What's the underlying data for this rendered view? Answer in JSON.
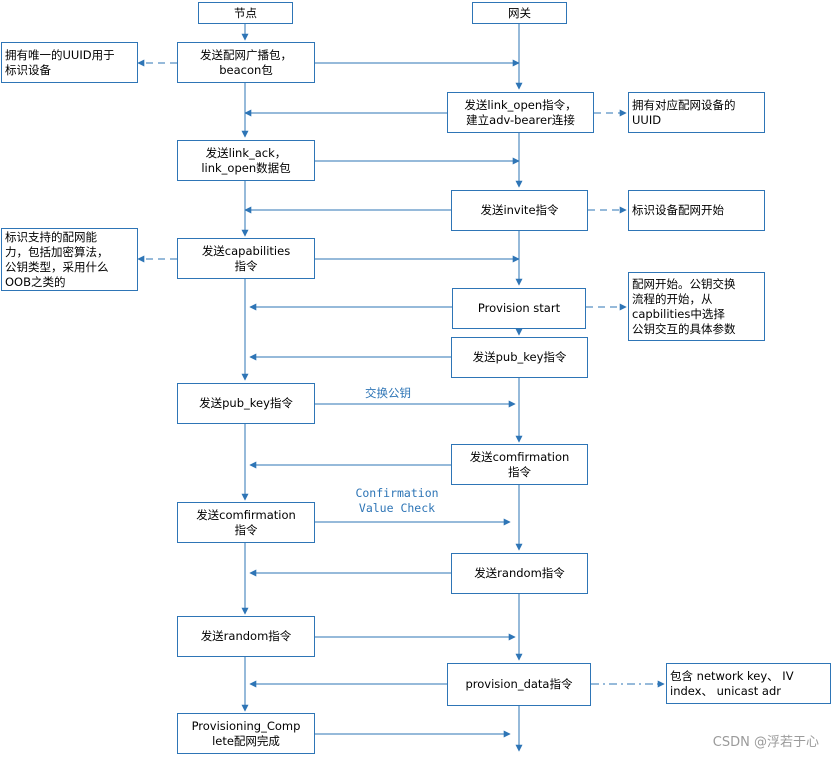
{
  "lanes": {
    "node": "节点",
    "gateway": "网关"
  },
  "steps": {
    "broadcast": "发送配网广播包，\nbeacon包",
    "link_open": "发送link_open指令，\n建立adv-bearer连接",
    "link_ack": "发送link_ack，\nlink_open数据包",
    "invite": "发送invite指令",
    "capabilities": "发送capabilities\n指令",
    "provision_start": "Provision start",
    "gw_pub_key": "发送pub_key指令",
    "node_pub_key": "发送pub_key指令",
    "gw_confirmation": "发送comfirmation\n指令",
    "node_confirmation": "发送comfirmation\n指令",
    "gw_random": "发送random指令",
    "node_random": "发送random指令",
    "provision_data": "provision_data指令",
    "complete": "Provisioning_Comp\nlete配网完成"
  },
  "notes": {
    "uuid_unique": "拥有唯一的UUID用于\n标识设备",
    "uuid_match": "拥有对应配网设备的\nUUID",
    "invite_start": "标识设备配网开始",
    "capabilities_desc": "标识支持的配网能\n力，包括加密算法，\n公钥类型，采用什么\nOOB之类的",
    "provision_start_desc": "配网开始。公钥交换\n流程的开始，从\ncapbilities中选择\n公钥交互的具体参数",
    "provision_data_desc": "包含 network key、 IV\nindex、 unicast adr"
  },
  "labels": {
    "exchange_key": "交换公钥",
    "confirmation_check": "Confirmation\nValue Check"
  },
  "watermark": "CSDN @浮若于心",
  "colors": {
    "line": "#2e75b6",
    "box_border": "#2e75b6",
    "label": "#2e75b6"
  }
}
